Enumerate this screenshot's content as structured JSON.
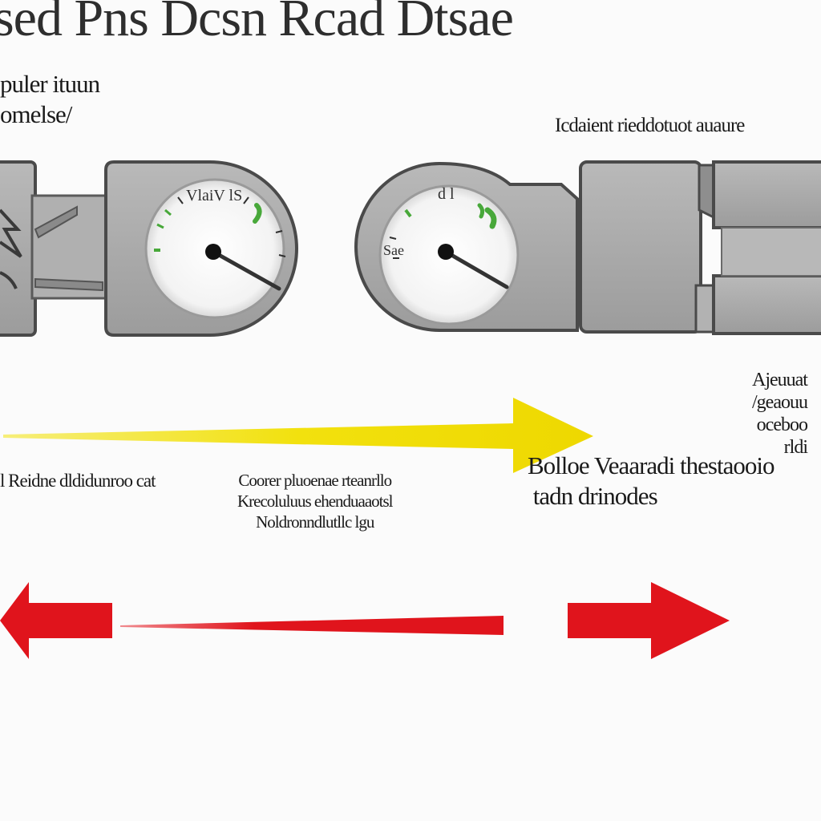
{
  "title": "sed Pns Dcsn Rcad Dtsae",
  "labels": {
    "top_left": "puler ituun\nomelse/",
    "top_right": "Icdaient rieddotuot auaure",
    "middle_right": "Ajeuuat\n/geaouu\noceboo\nrldi",
    "bottom_left": "l Reidne dldidunroo cat",
    "bottom_middle": "Coorer pluoenae rteanrllo\nKrecoluluus ehenduaaotsl\nNoldronndlutllc lgu",
    "bottom_right": "Bolloe Veaaradi thestaooio\n tadn drinodes"
  },
  "gauges": {
    "left": {
      "tick_text": "VlaiV lS",
      "needle_level": 0.82
    },
    "right": {
      "tick_text": "d l",
      "side_text": "Sae",
      "needle_level": 0.62
    }
  },
  "colors": {
    "body_gray": "#a9a9a9",
    "outline_gray": "#4a4a4a",
    "dial_face": "#f6f6f6",
    "tick_green": "#48a83a",
    "arrow_yellow": "#f2e10e",
    "arrow_red": "#e0141c"
  },
  "arrows": {
    "top": {
      "direction": "right",
      "color": "yellow"
    },
    "bottom_left": {
      "direction": "left",
      "color": "red"
    },
    "bottom_center": {
      "direction": "none",
      "color": "red"
    },
    "bottom_right": {
      "direction": "right",
      "color": "red"
    }
  }
}
